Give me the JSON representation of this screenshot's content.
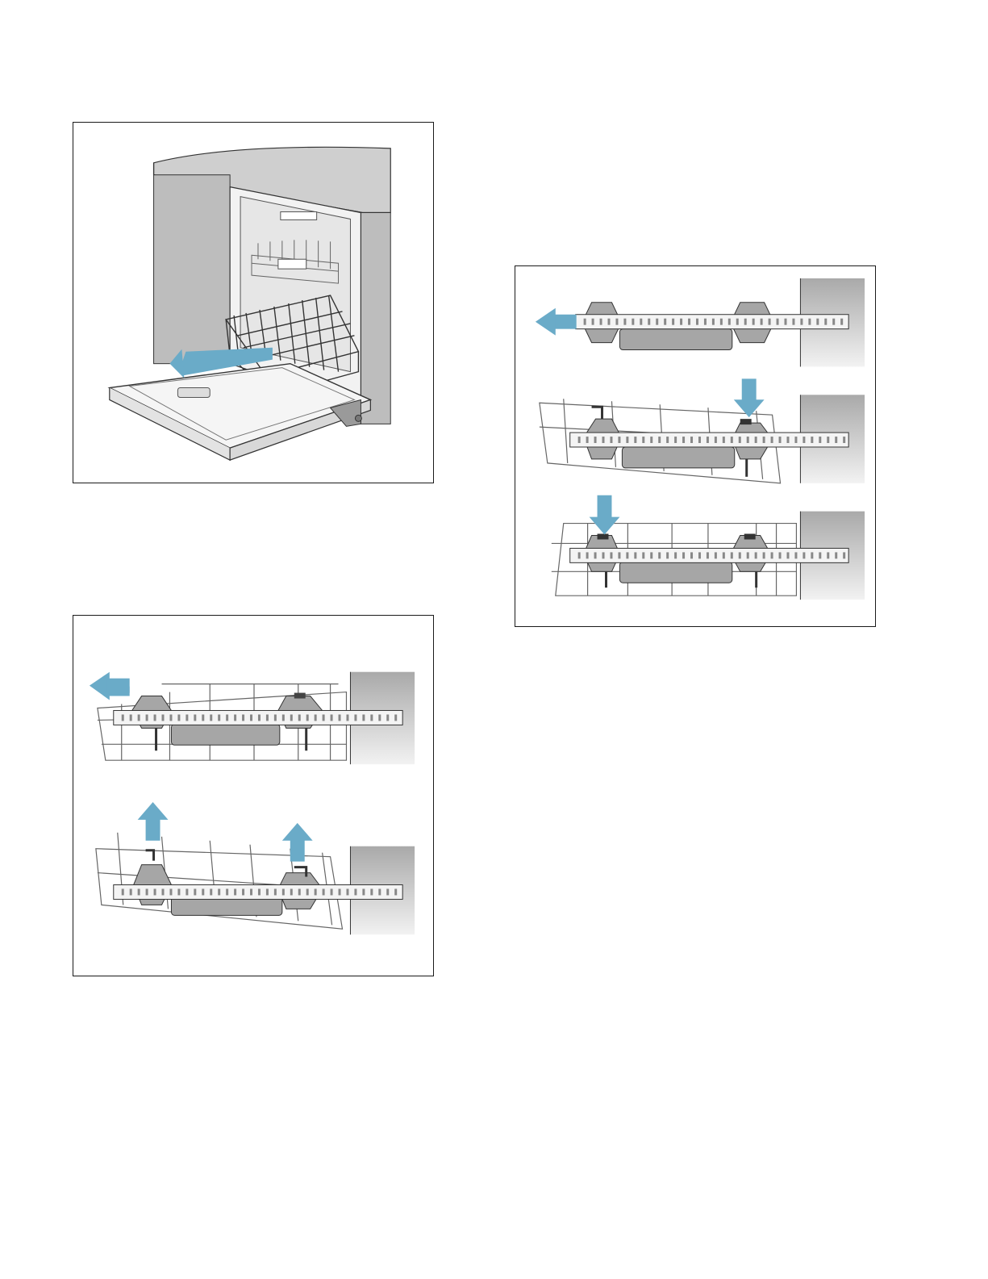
{
  "page": {
    "background": "#ffffff"
  },
  "colors": {
    "arrow": "#6aabc8",
    "frame": "#1a1a1a",
    "wall": "#b9b9b9",
    "rail": "#f4f4f4",
    "clip": "#a6a6a6",
    "wire": "#8a8a8a"
  },
  "figures": [
    {
      "id": "dishwasher",
      "arrows": [
        "arrow-left-pull-out"
      ],
      "icons": [
        "dishwasher-open-icon",
        "lower-rack-icon"
      ]
    },
    {
      "id": "rack-removal",
      "steps": 2,
      "arrows": [
        "arrow-left",
        "arrow-up",
        "arrow-up"
      ]
    },
    {
      "id": "rack-install",
      "steps": 3,
      "arrows": [
        "arrow-left",
        "arrow-down",
        "arrow-down"
      ]
    }
  ]
}
